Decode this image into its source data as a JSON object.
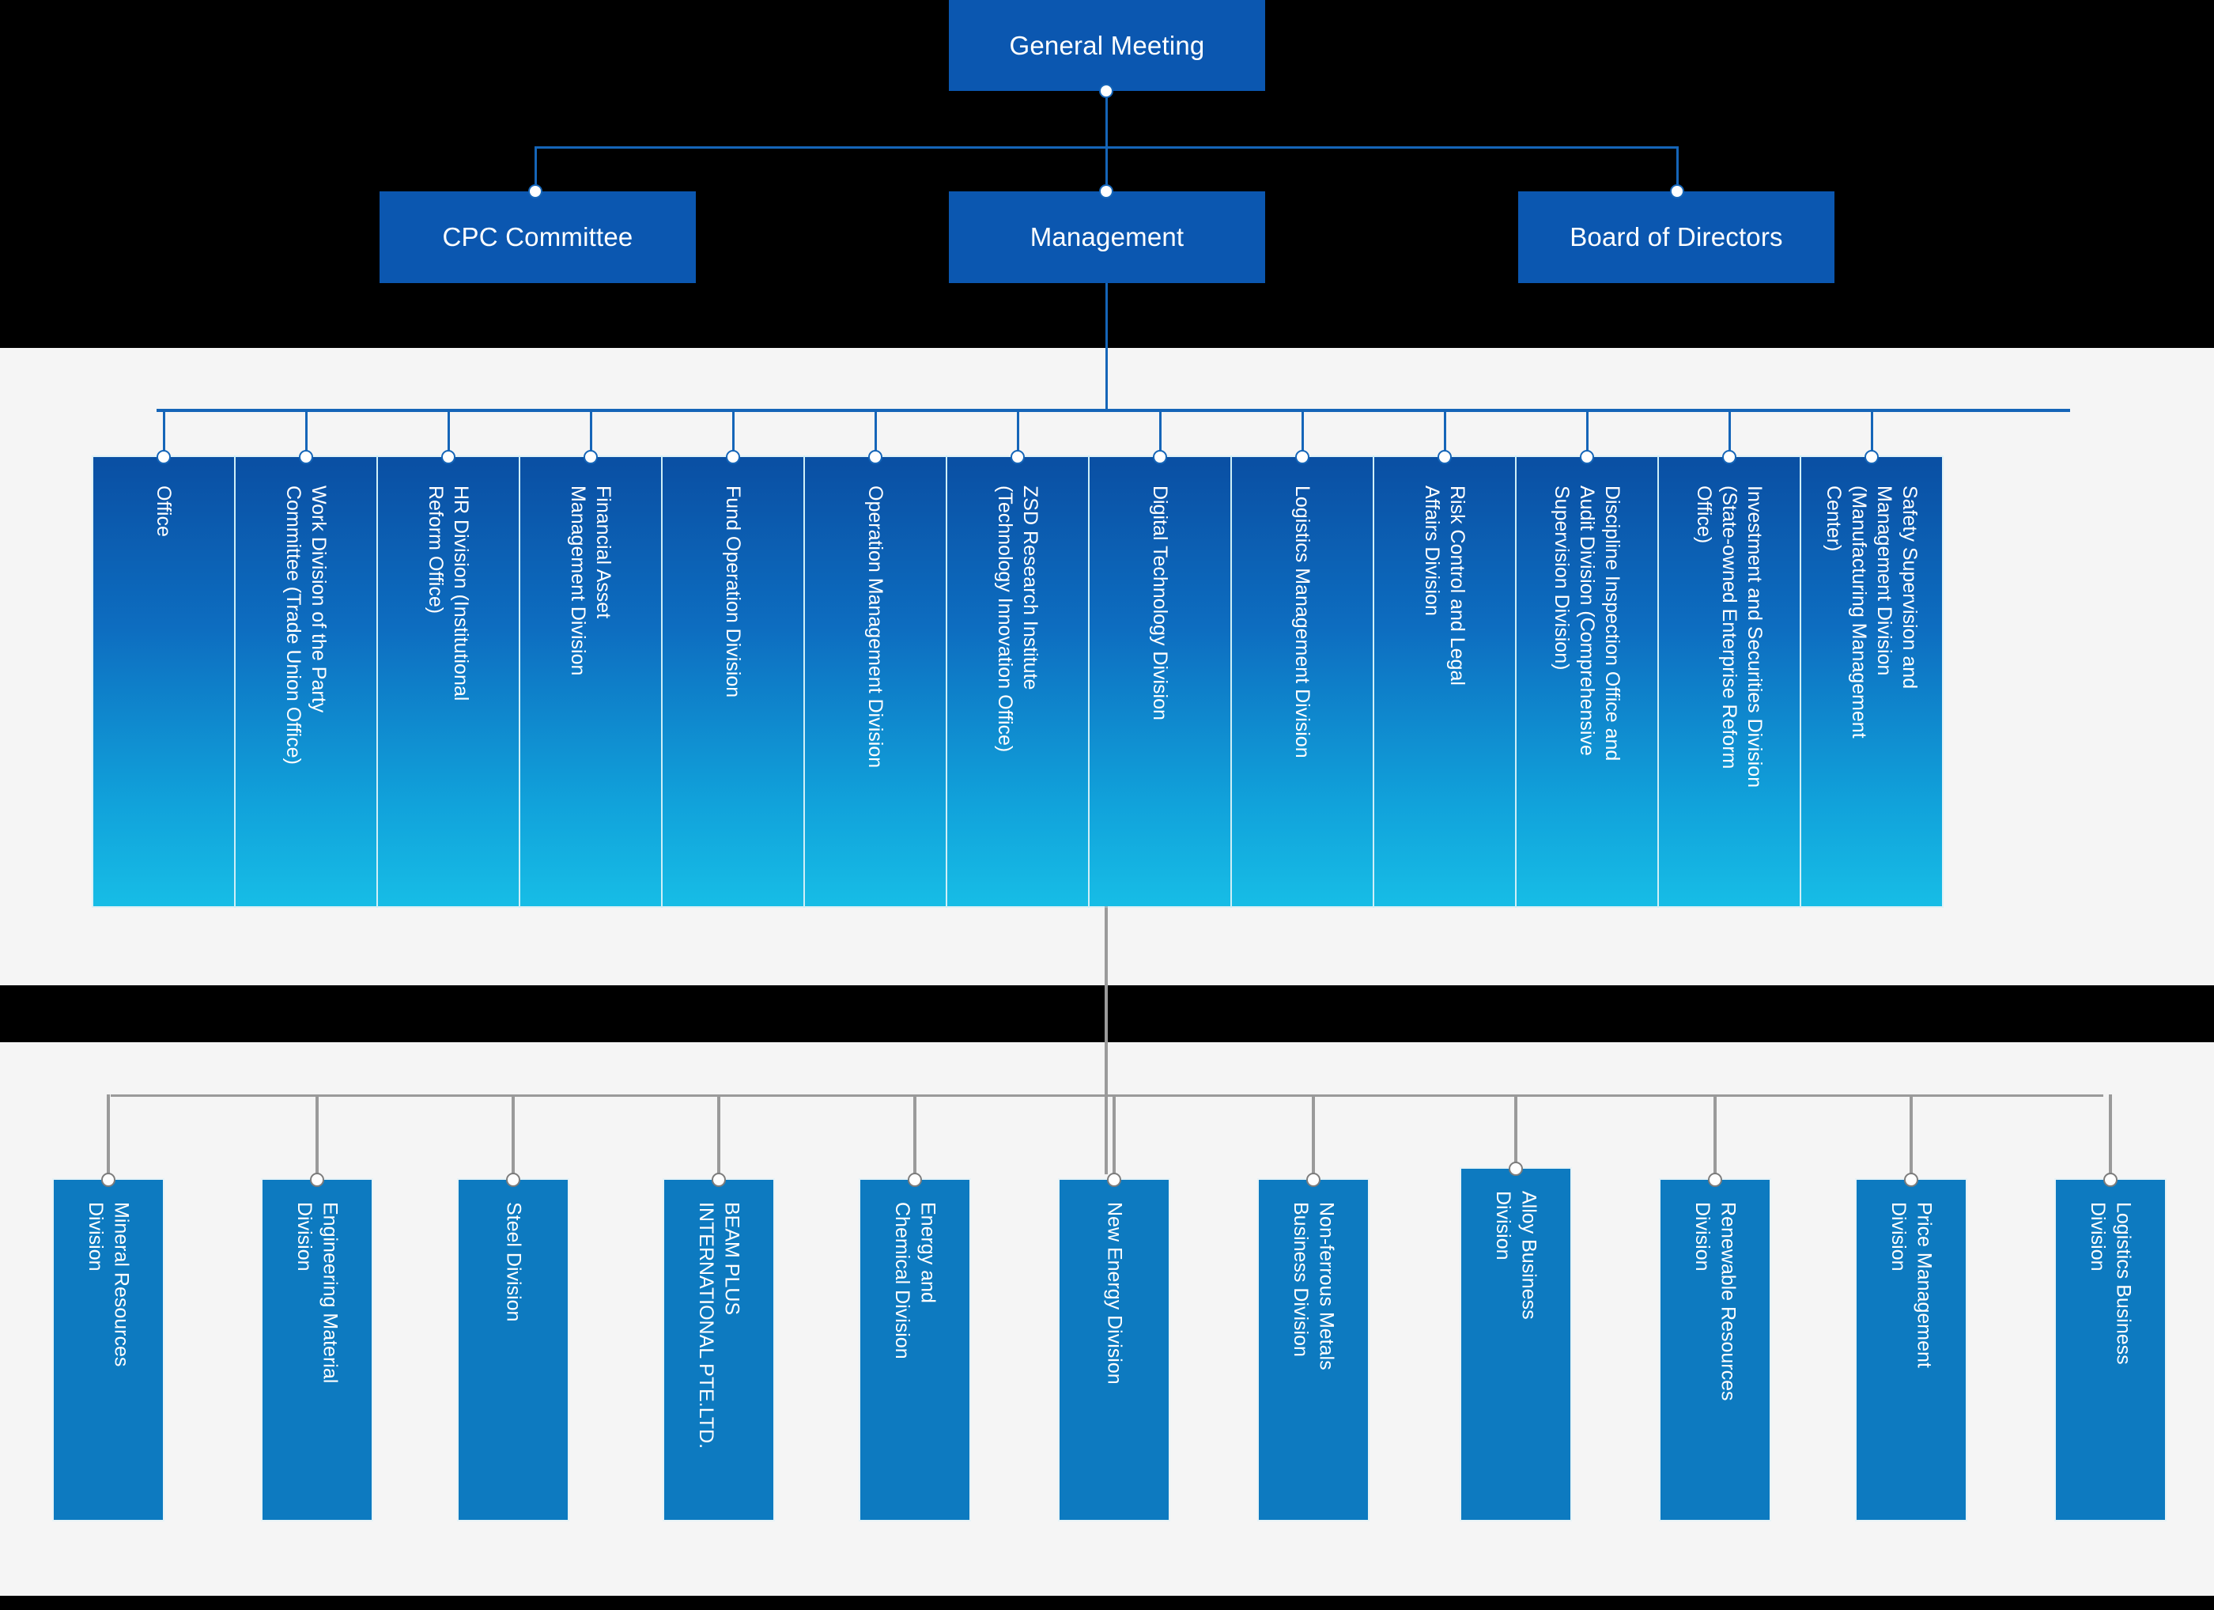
{
  "colors": {
    "box_blue": "#0b57b0",
    "gradient_top": "#0a4fa3",
    "gradient_bottom": "#17bde6",
    "flat_blue": "#0d7ac0",
    "connector_blue": "#1565b8",
    "connector_gray": "#9a9a9a",
    "band_white": "#f5f5f5",
    "band_black": "#000000"
  },
  "level1": {
    "label": "General Meeting"
  },
  "level2": [
    {
      "label": "CPC Committee"
    },
    {
      "label": "Management"
    },
    {
      "label": "Board of Directors"
    }
  ],
  "level3": [
    {
      "label": "Office"
    },
    {
      "label": "Work Division of the Party\nCommittee (Trade Union Office)"
    },
    {
      "label": "HR Division (Institutional\nReform Office)"
    },
    {
      "label": "Financial Asset\nManagement Division"
    },
    {
      "label": "Fund Operation Division"
    },
    {
      "label": "Operation Management Division"
    },
    {
      "label": "ZSD Research Institute\n(Technology Innovation Office)"
    },
    {
      "label": "Digital Technology Division"
    },
    {
      "label": "Logistics Management Division"
    },
    {
      "label": "Risk Control and Legal\nAffairs Division"
    },
    {
      "label": "Discipline Inspection Office and\nAudit Division (Comprehensive\nSupervision Division)"
    },
    {
      "label": "Investment and Securities Division\n(State-owned Enterprise Reform\nOffice)"
    },
    {
      "label": "Safety Supervision and\nManagement Division\n(Manufacturing Management\nCenter)"
    }
  ],
  "level4": [
    {
      "label": "Mineral Resources\nDivision"
    },
    {
      "label": "Engineering Material\nDivision"
    },
    {
      "label": "Steel Division"
    },
    {
      "label": "BEAM PLUS\nINTERNATIONAL PTE.LTD."
    },
    {
      "label": "Energy and\nChemical Division"
    },
    {
      "label": "New Energy Division"
    },
    {
      "label": "Non-ferrous Metals\nBusiness Division"
    },
    {
      "label": "Alloy Business\nDivision"
    },
    {
      "label": "Renewable Resources\nDivision"
    },
    {
      "label": "Price Management\nDivision"
    },
    {
      "label": "Logistics Business\nDivision"
    }
  ]
}
